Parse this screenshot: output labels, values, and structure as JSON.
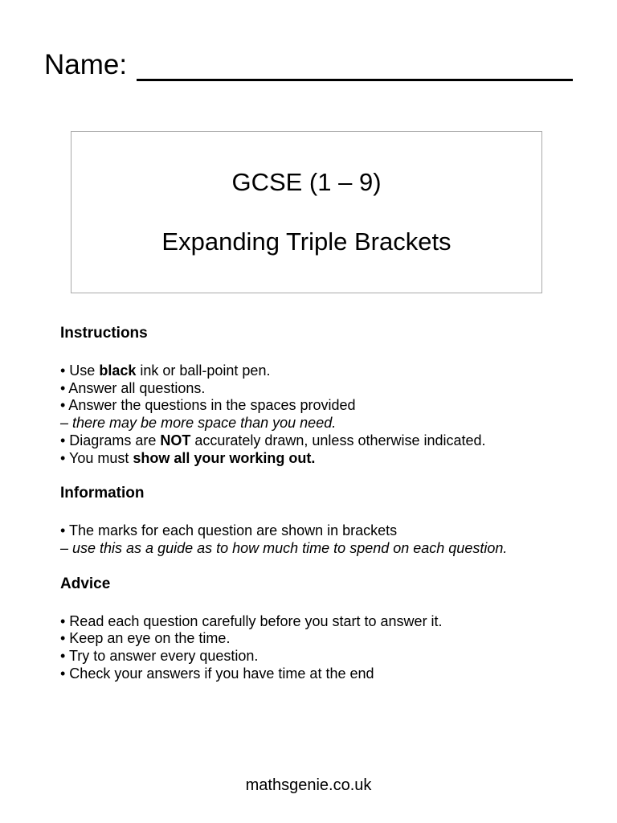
{
  "colors": {
    "text": "#000000",
    "box_border": "#a9a9a9",
    "background": "#ffffff"
  },
  "name_row": {
    "label": "Name:"
  },
  "title_box": {
    "line1": "GCSE (1 – 9)",
    "line2": "Expanding Triple Brackets"
  },
  "sections": [
    {
      "id": "instructions",
      "heading": "Instructions",
      "lines": [
        [
          {
            "t": "• Use "
          },
          {
            "t": "black",
            "b": true
          },
          {
            "t": " ink or ball-point pen."
          }
        ],
        [
          {
            "t": "• Answer all questions."
          }
        ],
        [
          {
            "t": "• Answer the questions in the spaces provided"
          }
        ],
        [
          {
            "t": "– there may be more space than you need.",
            "i": true
          }
        ],
        [
          {
            "t": "• Diagrams are "
          },
          {
            "t": "NOT",
            "b": true
          },
          {
            "t": " accurately drawn, unless otherwise indicated."
          }
        ],
        [
          {
            "t": "• You must "
          },
          {
            "t": "show all your working out.",
            "b": true
          }
        ]
      ]
    },
    {
      "id": "information",
      "heading": "Information",
      "lines": [
        [
          {
            "t": "• The marks for each question are shown in brackets"
          }
        ],
        [
          {
            "t": "– use this as a guide as to how much time to spend on each question.",
            "i": true
          }
        ]
      ]
    },
    {
      "id": "advice",
      "heading": "Advice",
      "lines": [
        [
          {
            "t": "• Read each question carefully before you start to answer it."
          }
        ],
        [
          {
            "t": "• Keep an eye on the time."
          }
        ],
        [
          {
            "t": "• Try to answer every question."
          }
        ],
        [
          {
            "t": "• Check your answers if you have time at the end"
          }
        ]
      ]
    }
  ],
  "footer": {
    "text": "mathsgenie.co.uk"
  }
}
